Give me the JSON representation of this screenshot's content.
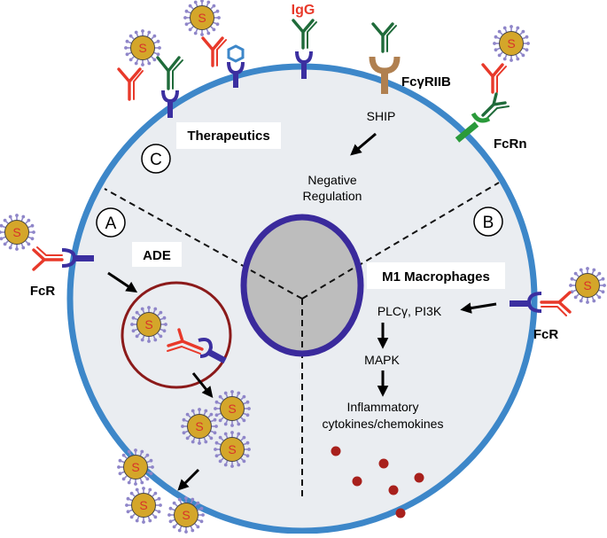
{
  "labels": {
    "igg": "IgG",
    "fcgriib": "FcγRIIB",
    "ship": "SHIP",
    "negative_regulation_1": "Negative",
    "negative_regulation_2": "Regulation",
    "fcrn": "FcRn",
    "therapeutics": "Therapeutics",
    "section_c": "C",
    "section_a": "A",
    "section_b": "B",
    "ade": "ADE",
    "fcr_left": "FcR",
    "m1_macrophages": "M1 Macrophages",
    "plc_pi3k": "PLCγ, PI3K",
    "mapk": "MAPK",
    "inflammatory_1": "Inflammatory",
    "inflammatory_2": "cytokines/chemokines",
    "fcr_right": "FcR",
    "virus_letter": "S"
  },
  "colors": {
    "cell_border": "#3d87c9",
    "cell_fill": "#eaedf1",
    "nucleus_border": "#3a2a9c",
    "nucleus_fill": "#bdbdbd",
    "receptor": "#3b2fa0",
    "antibody_red": "#e8392a",
    "antibody_green": "#1f6b3a",
    "fcrn_green": "#2a9a3a",
    "fcgriib_brown": "#b08050",
    "virus_core": "#d4a62a",
    "virus_spike": "#8f86c9",
    "virus_letter": "#d8322a",
    "endosome": "#8b1a1a",
    "cytokine": "#a8201c",
    "igg_text": "#e8392a",
    "hexagon": "#3d87c9"
  },
  "icons": [
    "virus-icon",
    "antibody-icon",
    "receptor-icon",
    "hexagon-icon",
    "arrow-icon",
    "cytokine-dot-icon"
  ]
}
